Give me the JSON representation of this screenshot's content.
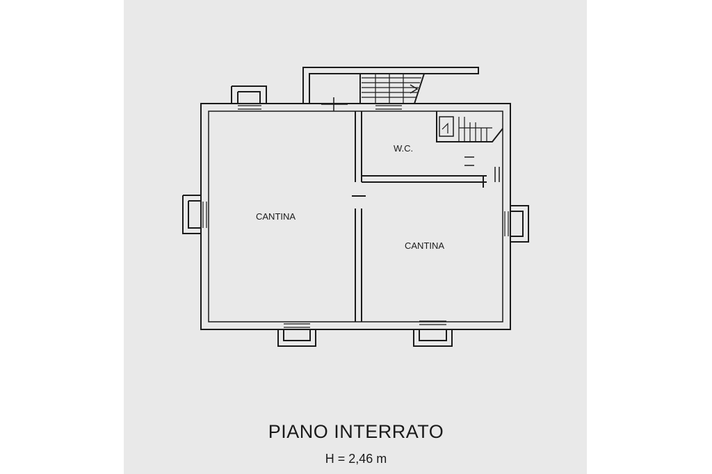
{
  "plan": {
    "title": "PIANO INTERRATO",
    "height_note": "H = 2,46 m",
    "rooms": [
      {
        "label": "CANTINA"
      },
      {
        "label": "CANTINA"
      },
      {
        "label": "W.C."
      }
    ]
  }
}
